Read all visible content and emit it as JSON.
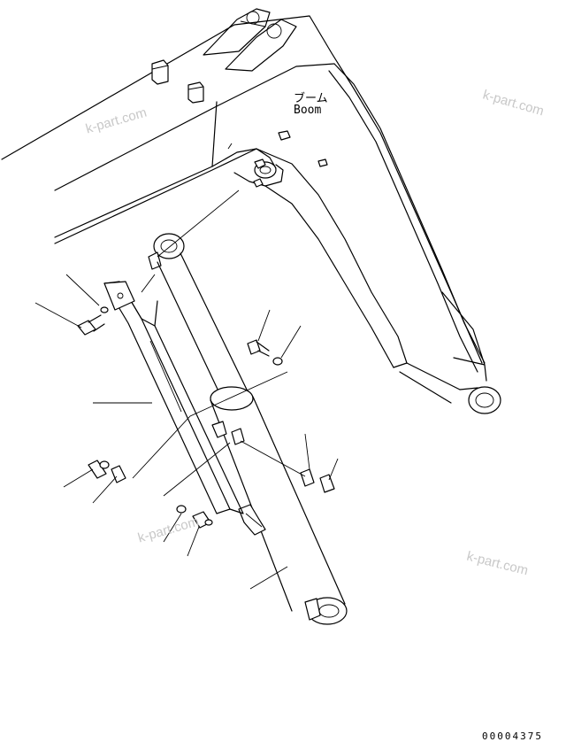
{
  "boom_label_jp": "ブーム",
  "boom_label_en": "Boom",
  "watermarks": [
    "k-part.com",
    "k-part.com",
    "k-part.com",
    "k-part.com"
  ],
  "drawing_code": "00004375"
}
